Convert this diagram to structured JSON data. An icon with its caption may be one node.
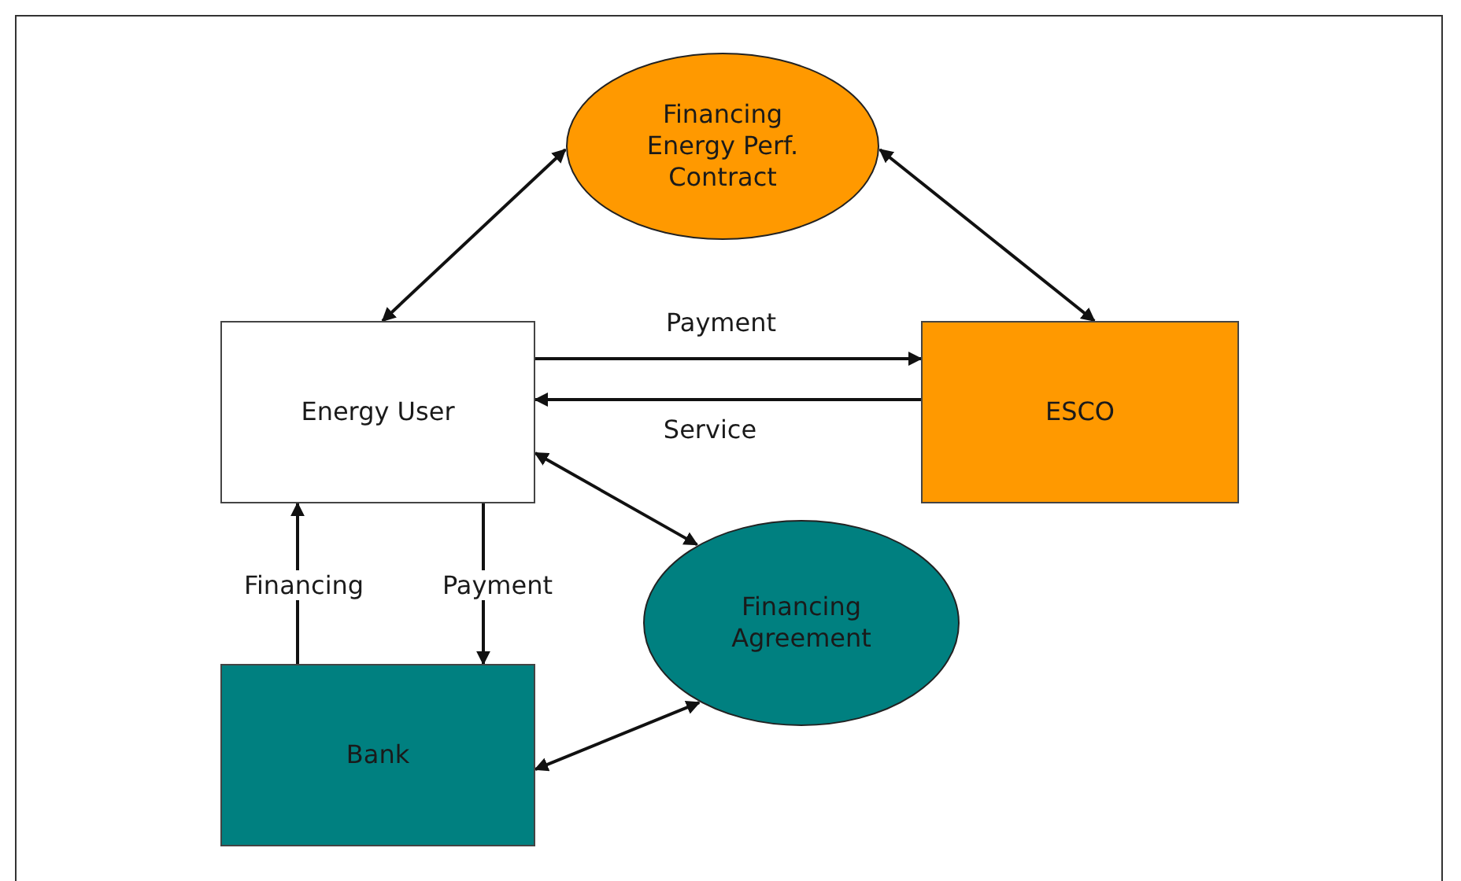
{
  "diagram": {
    "nodes": [
      {
        "text": [
          "Financing Energy Perf. Contract"
        ]
      },
      {
        "text": [
          "Energy User"
        ]
      },
      {
        "text": [
          "ESCO"
        ]
      },
      {
        "text": [
          "Financing Agreement"
        ]
      },
      {
        "text": [
          "Bank"
        ]
      }
    ],
    "edges": [
      {
        "from": 1,
        "to": 0,
        "arrow": "both"
      },
      {
        "from": 2,
        "to": 0,
        "arrow": "both"
      },
      {
        "from": 1,
        "to": 2,
        "arrow": "to",
        "label": "Payment"
      },
      {
        "from": 2,
        "to": 1,
        "arrow": "to",
        "label": "Service"
      },
      {
        "from": 1,
        "to": 3,
        "arrow": "both"
      },
      {
        "from": 4,
        "to": 3,
        "arrow": "both"
      },
      {
        "from": 4,
        "to": 1,
        "arrow": "to",
        "label": "Financing"
      },
      {
        "from": 1,
        "to": 4,
        "arrow": "to",
        "label": "Payment"
      }
    ]
  }
}
